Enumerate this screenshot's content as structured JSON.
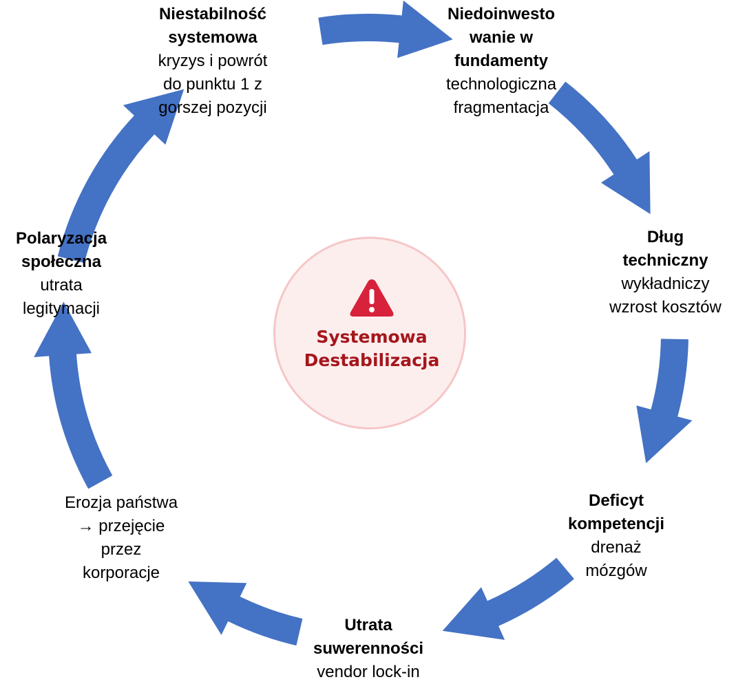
{
  "colors": {
    "arrow": "#4472c4",
    "center_text": "#a5161c",
    "center_fill": "#fdeeee",
    "center_border": "#f6c6c6",
    "warning_icon": "#d8213b"
  },
  "center": {
    "icon": "warning-triangle-icon",
    "line1": "Systemowa",
    "line2": "Destabilizacja"
  },
  "nodes": {
    "niestabilnosc": {
      "title1": "Niestabilność",
      "title2": "systemowa",
      "sub1": "kryzys i powrót",
      "sub2": "do punktu 1 z",
      "sub3": "gorszej pozycji"
    },
    "niedoinwestowanie": {
      "title1": "Niedoinwesto",
      "title2": "wanie w",
      "title3": "fundamenty",
      "sub1": "technologiczna",
      "sub2": "fragmentacja"
    },
    "dlug": {
      "title1": "Dług",
      "title2": "techniczny",
      "sub1": "wykładniczy",
      "sub2": "wzrost kosztów"
    },
    "deficyt": {
      "title1": "Deficyt",
      "title2": "kompetencji",
      "sub1": "drenaż",
      "sub2": "mózgów"
    },
    "utrata": {
      "title1": "Utrata",
      "title2": "suwerenności",
      "sub1": "vendor lock-in"
    },
    "erozja": {
      "sub1": "Erozja państwa",
      "sub2": "→ przejęcie",
      "sub3": "przez",
      "sub4": "korporacje"
    },
    "polaryzacja": {
      "title1": "Polaryzacja",
      "title2": "społeczna",
      "sub1": "utrata",
      "sub2": "legitymacji"
    }
  }
}
